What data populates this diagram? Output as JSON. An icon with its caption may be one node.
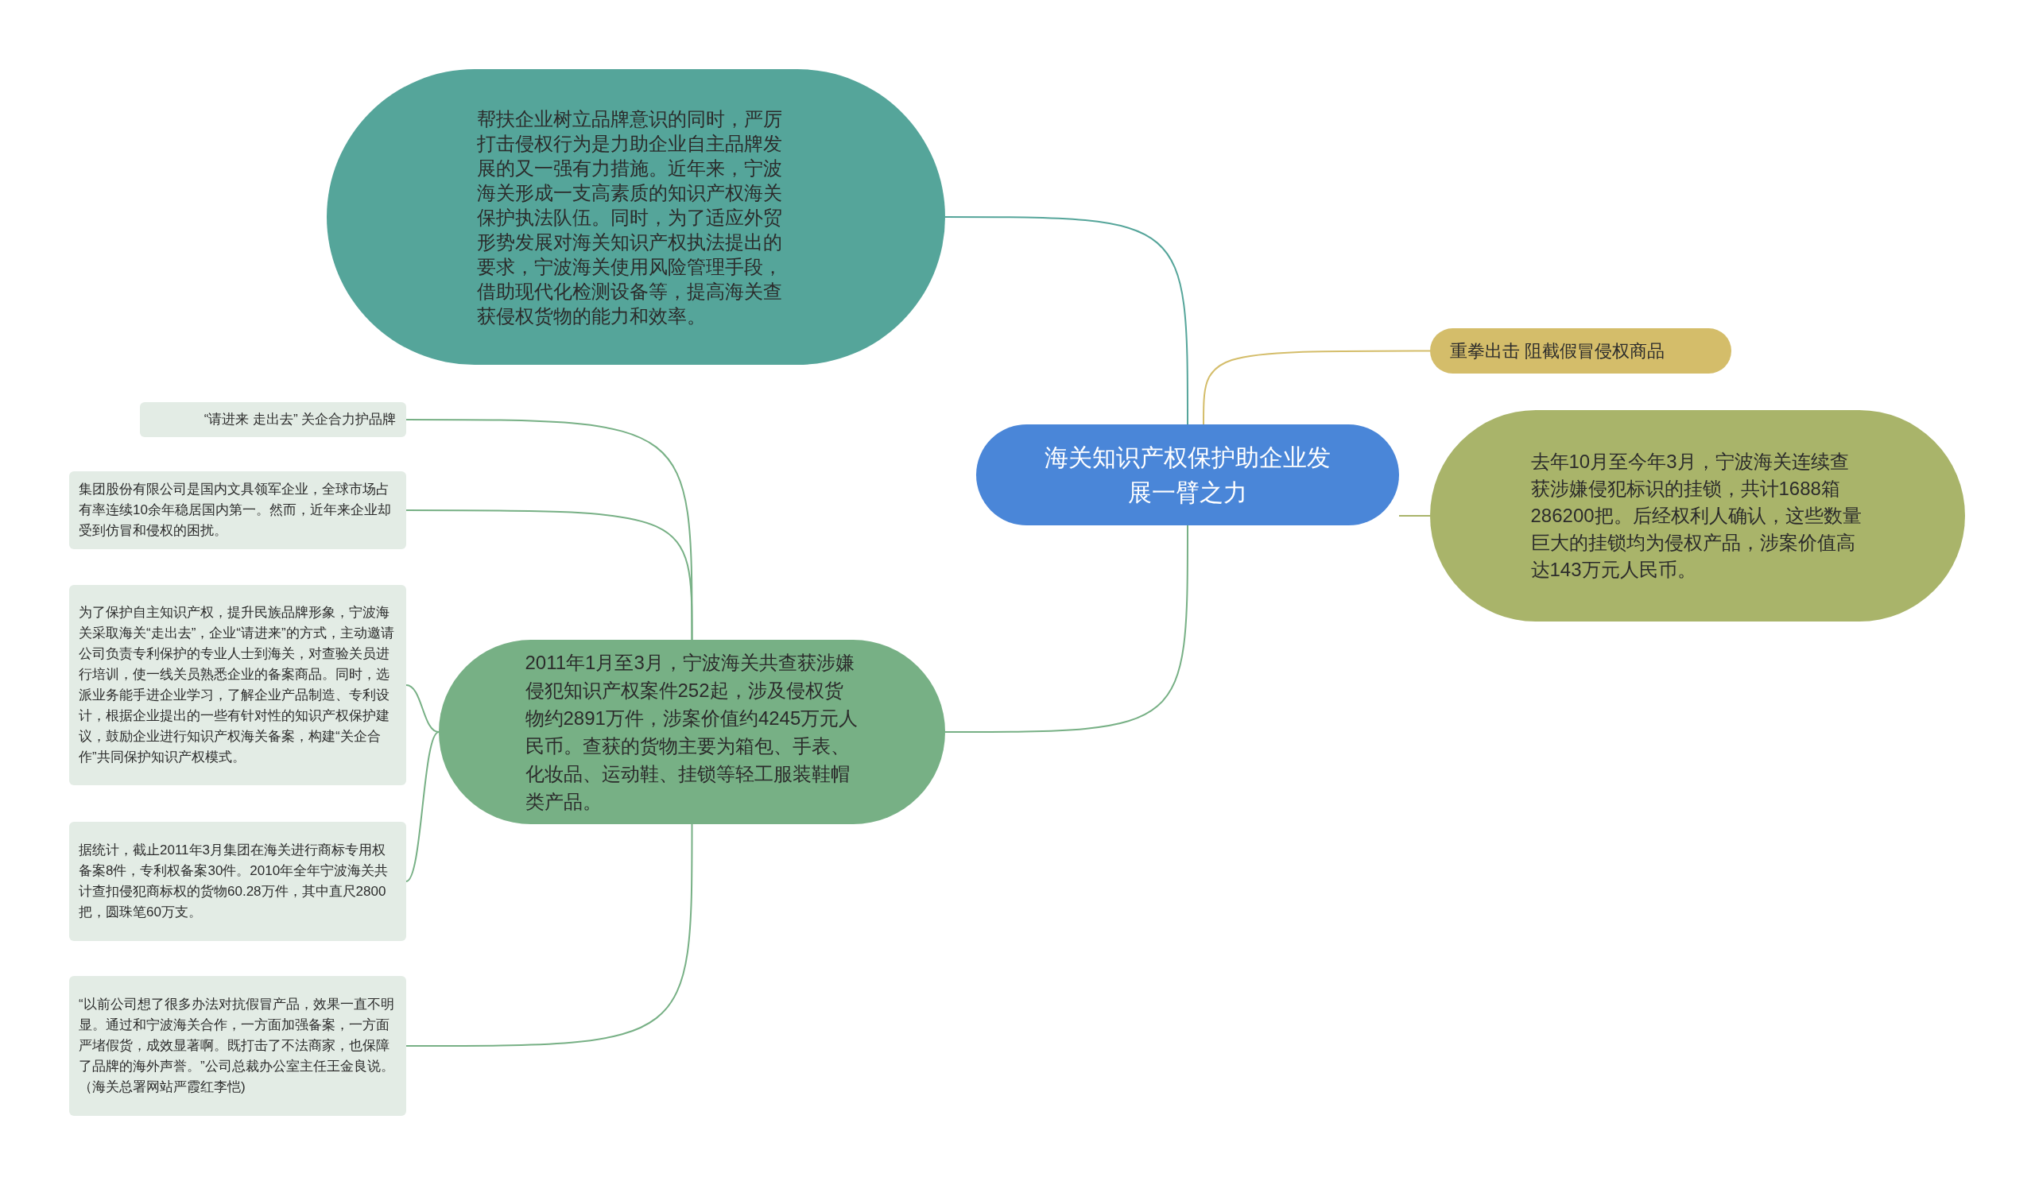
{
  "diagram": {
    "nodes": [
      {
        "text": [
          "海关知识产权保护助企业发展一臂之力"
        ]
      },
      {
        "text": [
          "帮扶企业树立品牌意识的同时，严厉打击侵权行为是力助企业自主品牌发展的又一强有力措施。近年来，宁波海关形成一支高素质的知识产权海关保护执法队伍。同时，为了适应外贸形势发展对海关知识产权执法提出的要求，宁波海关使用风险管理手段，借助现代化检测设备等，提高海关查获侵权货物的能力和效率。"
        ]
      },
      {
        "text": [
          "重拳出击 阻截假冒侵权商品"
        ]
      },
      {
        "text": [
          "去年10月至今年3月，宁波海关连续查获涉嫌侵犯标识的挂锁，共计1688箱286200把。后经权利人确认，这些数量巨大的挂锁均为侵权产品，涉案价值高达143万元人民币。"
        ]
      },
      {
        "text": [
          "2011年1月至3月，宁波海关共查获涉嫌侵犯知识产权案件252起，涉及侵权货物约2891万件，涉案价值约4245万元人民币。查获的货物主要为箱包、手表、化妆品、运动鞋、挂锁等轻工服装鞋帽类产品。"
        ]
      },
      {
        "text": [
          "“请进来 走出去” 关企合力护品牌"
        ]
      },
      {
        "text": [
          "集团股份有限公司是国内文具领军企业，全球市场占有率连续10余年稳居国内第一。然而，近年来企业却受到仿冒和侵权的困扰。"
        ]
      },
      {
        "text": [
          "为了保护自主知识产权，提升民族品牌形象，宁波海关采取海关“走出去”，企业“请进来”的方式，主动邀请公司负责专利保护的专业人士到海关，对查验关员进行培训，使一线关员熟悉企业的备案商品。同时，选派业务能手进企业学习，了解企业产品制造、专利设计，根据企业提出的一些有针对性的知识产权保护建议，鼓励企业进行知识产权海关备案，构建“关企合作”共同保护知识产权模式。"
        ]
      },
      {
        "text": [
          "据统计，截止2011年3月集团在海关进行商标专用权备案8件，专利权备案30件。2010年全年宁波海关共计查扣侵犯商标权的货物60.28万件，其中直尺2800把，圆珠笔60万支。"
        ]
      },
      {
        "text": [
          "“以前公司想了很多办法对抗假冒产品，效果一直不明显。通过和宁波海关合作，一方面加强备案，一方面严堵假货，成效显著啊。既打击了不法商家，也保障了品牌的海外声誉。”公司总裁办公室主任王金良说。（海关总署网站严霞红李恺)"
        ]
      }
    ],
    "edges": [
      {
        "from": 0,
        "to": 1,
        "arrow": "none",
        "color": "#55a59a"
      },
      {
        "from": 0,
        "to": 2,
        "arrow": "none",
        "color": "#d4bd6a"
      },
      {
        "from": 0,
        "to": 3,
        "arrow": "none",
        "color": "#a9b46a"
      },
      {
        "from": 0,
        "to": 4,
        "arrow": "none"
      },
      {
        "from": 4,
        "to": 5,
        "arrow": "none"
      },
      {
        "from": 4,
        "to": 6,
        "arrow": "none"
      },
      {
        "from": 4,
        "to": 7,
        "arrow": "none"
      },
      {
        "from": 4,
        "to": 8,
        "arrow": "none"
      },
      {
        "from": 4,
        "to": 9,
        "arrow": "none"
      }
    ]
  }
}
